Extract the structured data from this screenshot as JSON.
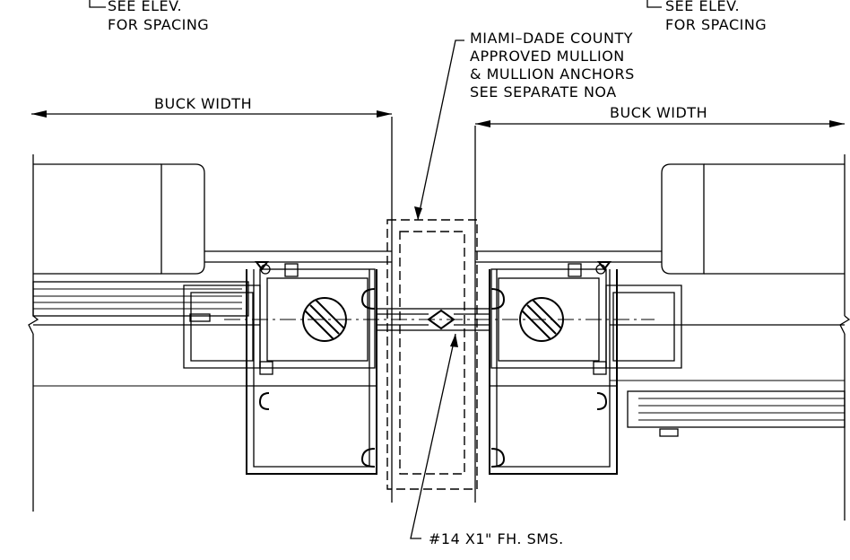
{
  "notes": {
    "top_left_line1": "SEE ELEV.",
    "top_left_line2": "FOR SPACING",
    "top_right_line1": "SEE ELEV.",
    "top_right_line2": "FOR SPACING",
    "mullion_line1": "MIAMI–DADE COUNTY",
    "mullion_line2": "APPROVED MULLION",
    "mullion_line3": "& MULLION ANCHORS",
    "mullion_line4": "SEE SEPARATE NOA",
    "buck_left": "BUCK WIDTH",
    "buck_right": "BUCK WIDTH",
    "screw_callout": "#14 X1\" FH. SMS."
  },
  "colors": {
    "ink": "#000000",
    "paper": "#ffffff"
  }
}
